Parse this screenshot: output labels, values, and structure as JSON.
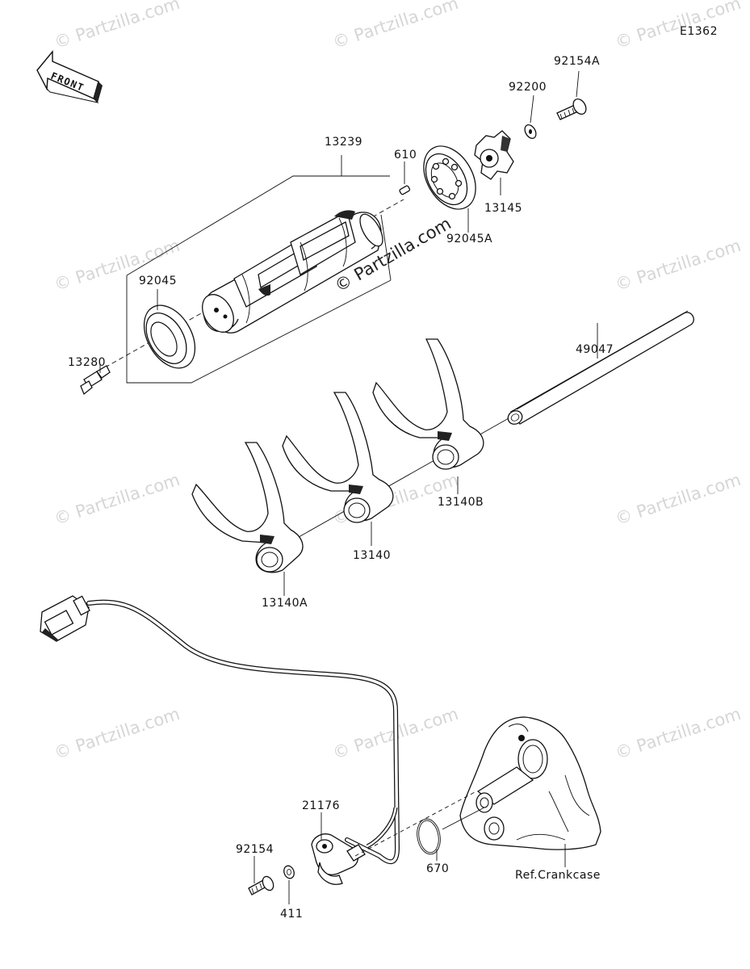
{
  "diagram_code": "E1362",
  "front_arrow_label": "FRONT",
  "watermark_text": "© Partzilla.com",
  "center_watermark_text": "© Partzilla.com",
  "parts": [
    {
      "id": "p92154A",
      "number": "92154A"
    },
    {
      "id": "p92200",
      "number": "92200"
    },
    {
      "id": "p13239",
      "number": "13239"
    },
    {
      "id": "p610",
      "number": "610"
    },
    {
      "id": "p13145",
      "number": "13145"
    },
    {
      "id": "p92045A",
      "number": "92045A"
    },
    {
      "id": "p92045",
      "number": "92045"
    },
    {
      "id": "p13280",
      "number": "13280"
    },
    {
      "id": "p49047",
      "number": "49047"
    },
    {
      "id": "p13140B",
      "number": "13140B"
    },
    {
      "id": "p13140",
      "number": "13140"
    },
    {
      "id": "p13140A",
      "number": "13140A"
    },
    {
      "id": "p21176",
      "number": "21176"
    },
    {
      "id": "p92154",
      "number": "92154"
    },
    {
      "id": "p670",
      "number": "670"
    },
    {
      "id": "p411",
      "number": "411"
    },
    {
      "id": "pRef",
      "number": "Ref.Crankcase"
    }
  ]
}
